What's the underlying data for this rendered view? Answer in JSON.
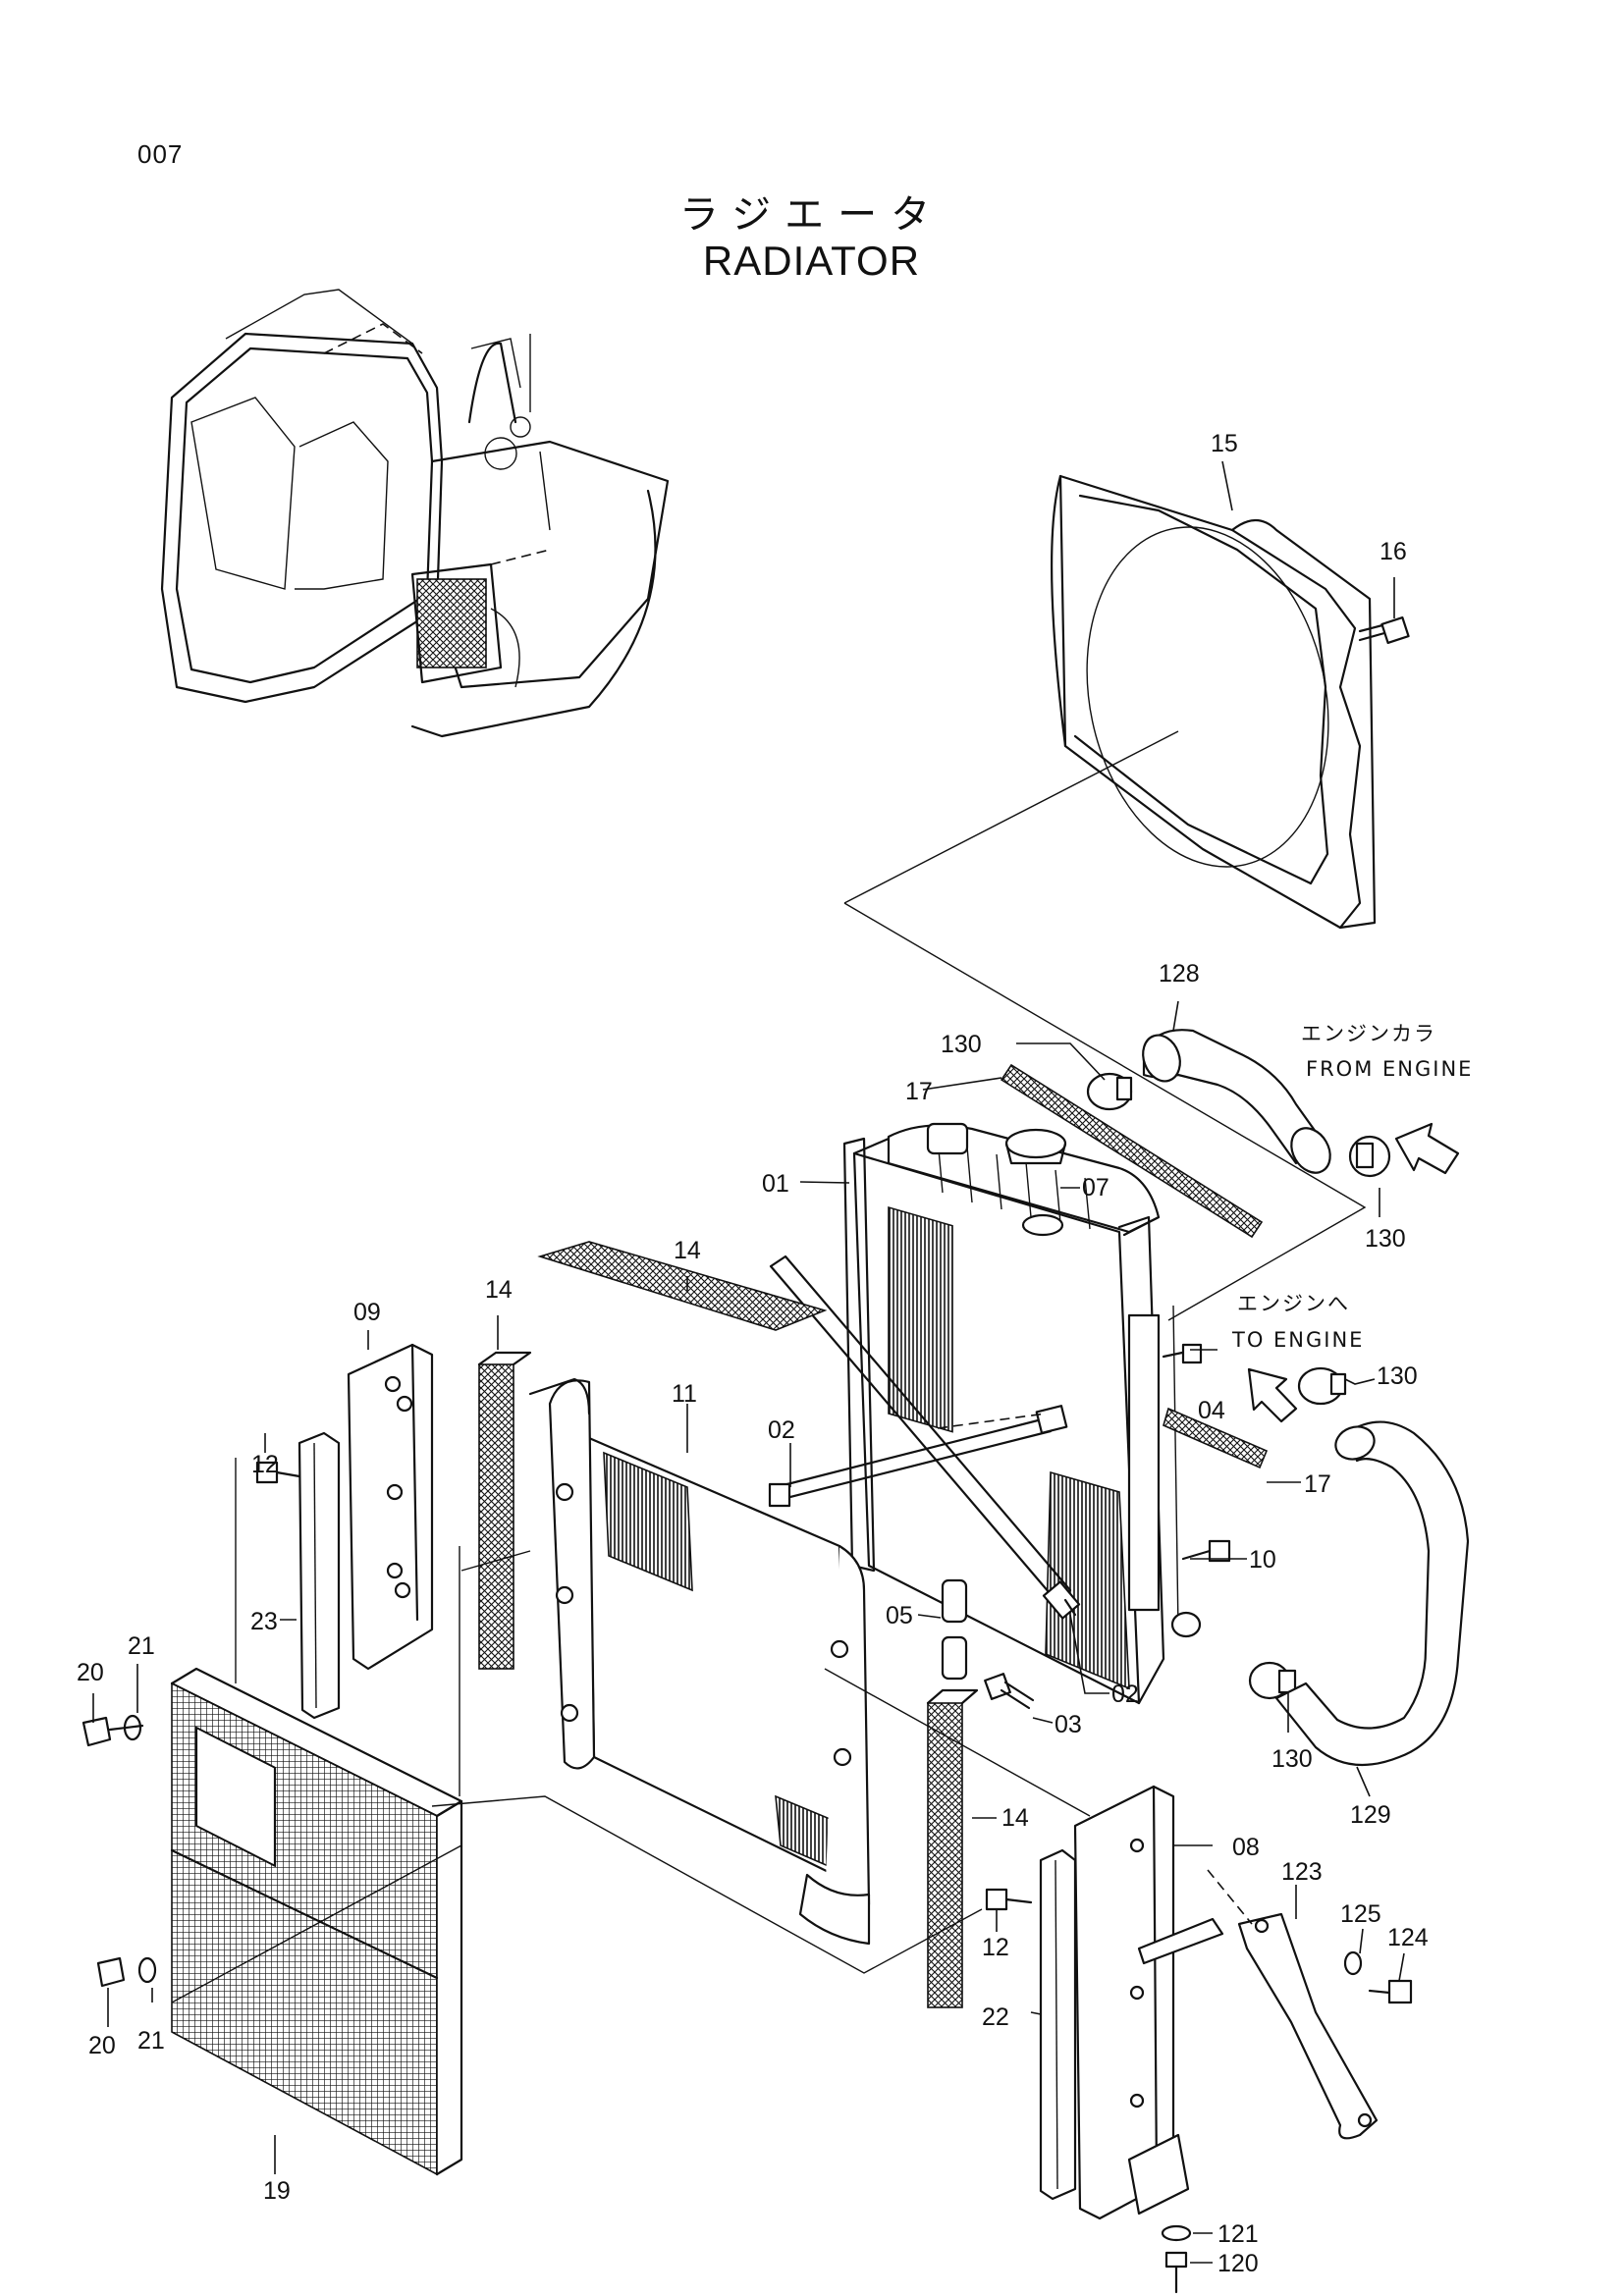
{
  "page_number": "007",
  "title_jp": "ラジエータ",
  "title_en": "RADIATOR",
  "callouts": {
    "p01": "01",
    "p02a": "02",
    "p02b": "02",
    "p03": "03",
    "p04": "04",
    "p05": "05",
    "p07": "07",
    "p08": "08",
    "p09": "09",
    "p10": "10",
    "p11": "11",
    "p12a": "12",
    "p12b": "12",
    "p14a": "14",
    "p14b": "14",
    "p14c": "14",
    "p15": "15",
    "p16": "16",
    "p17a": "17",
    "p17b": "17",
    "p19": "19",
    "p20a": "20",
    "p20b": "20",
    "p21a": "21",
    "p21b": "21",
    "p22": "22",
    "p23": "23",
    "p120": "120",
    "p121": "121",
    "p123": "123",
    "p124": "124",
    "p125": "125",
    "p128": "128",
    "p129": "129",
    "p130a": "130",
    "p130b": "130",
    "p130c": "130",
    "p130d": "130"
  },
  "notes": {
    "from_engine_jp": "エンジンカラ",
    "from_engine_en": "FROM ENGINE",
    "to_engine_jp": "エンジンへ",
    "to_engine_en": "TO ENGINE"
  }
}
